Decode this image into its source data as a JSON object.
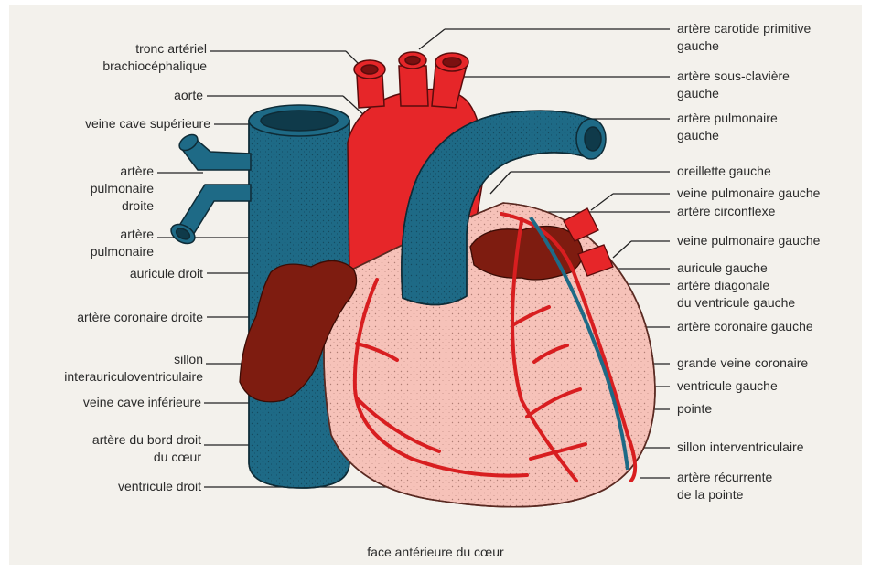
{
  "caption": "face antérieure du cœur",
  "colors": {
    "artery": "#e62629",
    "vein": "#1e6a86",
    "muscle": "#f6c2b9",
    "atrium": "#7e1c10",
    "background": "#f3f1ec"
  },
  "labels_left": [
    {
      "id": "tronc-arteriel",
      "lines": [
        "tronc artériel",
        "brachiocéphalique"
      ]
    },
    {
      "id": "aorte",
      "lines": [
        "aorte"
      ]
    },
    {
      "id": "veine-cave-sup",
      "lines": [
        "veine cave supérieure"
      ]
    },
    {
      "id": "artere-pulm-droite",
      "lines": [
        "artère",
        "pulmonaire",
        "droite"
      ]
    },
    {
      "id": "artere-pulmonaire",
      "lines": [
        "artère",
        "pulmonaire"
      ]
    },
    {
      "id": "auricule-droit",
      "lines": [
        "auricule droit"
      ]
    },
    {
      "id": "artere-coronaire-droite",
      "lines": [
        "artère coronaire droite"
      ]
    },
    {
      "id": "sillon-interauriculo",
      "lines": [
        "sillon",
        "interauriculoventriculaire"
      ]
    },
    {
      "id": "veine-cave-inf",
      "lines": [
        "veine cave inférieure"
      ]
    },
    {
      "id": "artere-bord-droit",
      "lines": [
        "artère du bord droit",
        "du cœur"
      ]
    },
    {
      "id": "ventricule-droit",
      "lines": [
        "ventricule droit"
      ]
    }
  ],
  "labels_right": [
    {
      "id": "carotide",
      "lines": [
        "artère carotide primitive",
        "gauche"
      ]
    },
    {
      "id": "sous-claviere",
      "lines": [
        "artère sous-clavière",
        "gauche"
      ]
    },
    {
      "id": "pulm-gauche",
      "lines": [
        "artère pulmonaire",
        "gauche"
      ]
    },
    {
      "id": "oreillette-gauche",
      "lines": [
        "oreillette gauche"
      ]
    },
    {
      "id": "veine-pulm-gauche-1",
      "lines": [
        "veine pulmonaire gauche"
      ]
    },
    {
      "id": "circonflexe",
      "lines": [
        "artère circonflexe"
      ]
    },
    {
      "id": "veine-pulm-gauche-2",
      "lines": [
        "veine pulmonaire gauche"
      ]
    },
    {
      "id": "auricule-gauche",
      "lines": [
        "auricule gauche"
      ]
    },
    {
      "id": "diagonale",
      "lines": [
        "artère diagonale",
        "du ventricule gauche"
      ]
    },
    {
      "id": "coronaire-gauche",
      "lines": [
        "artère coronaire gauche"
      ]
    },
    {
      "id": "grande-veine",
      "lines": [
        "grande veine coronaire"
      ]
    },
    {
      "id": "ventricule-gauche",
      "lines": [
        "ventricule gauche"
      ]
    },
    {
      "id": "pointe",
      "lines": [
        "pointe"
      ]
    },
    {
      "id": "sillon-interventriculaire",
      "lines": [
        "sillon interventriculaire"
      ]
    },
    {
      "id": "recurrente",
      "lines": [
        "artère récurrente",
        "de la pointe"
      ]
    }
  ]
}
